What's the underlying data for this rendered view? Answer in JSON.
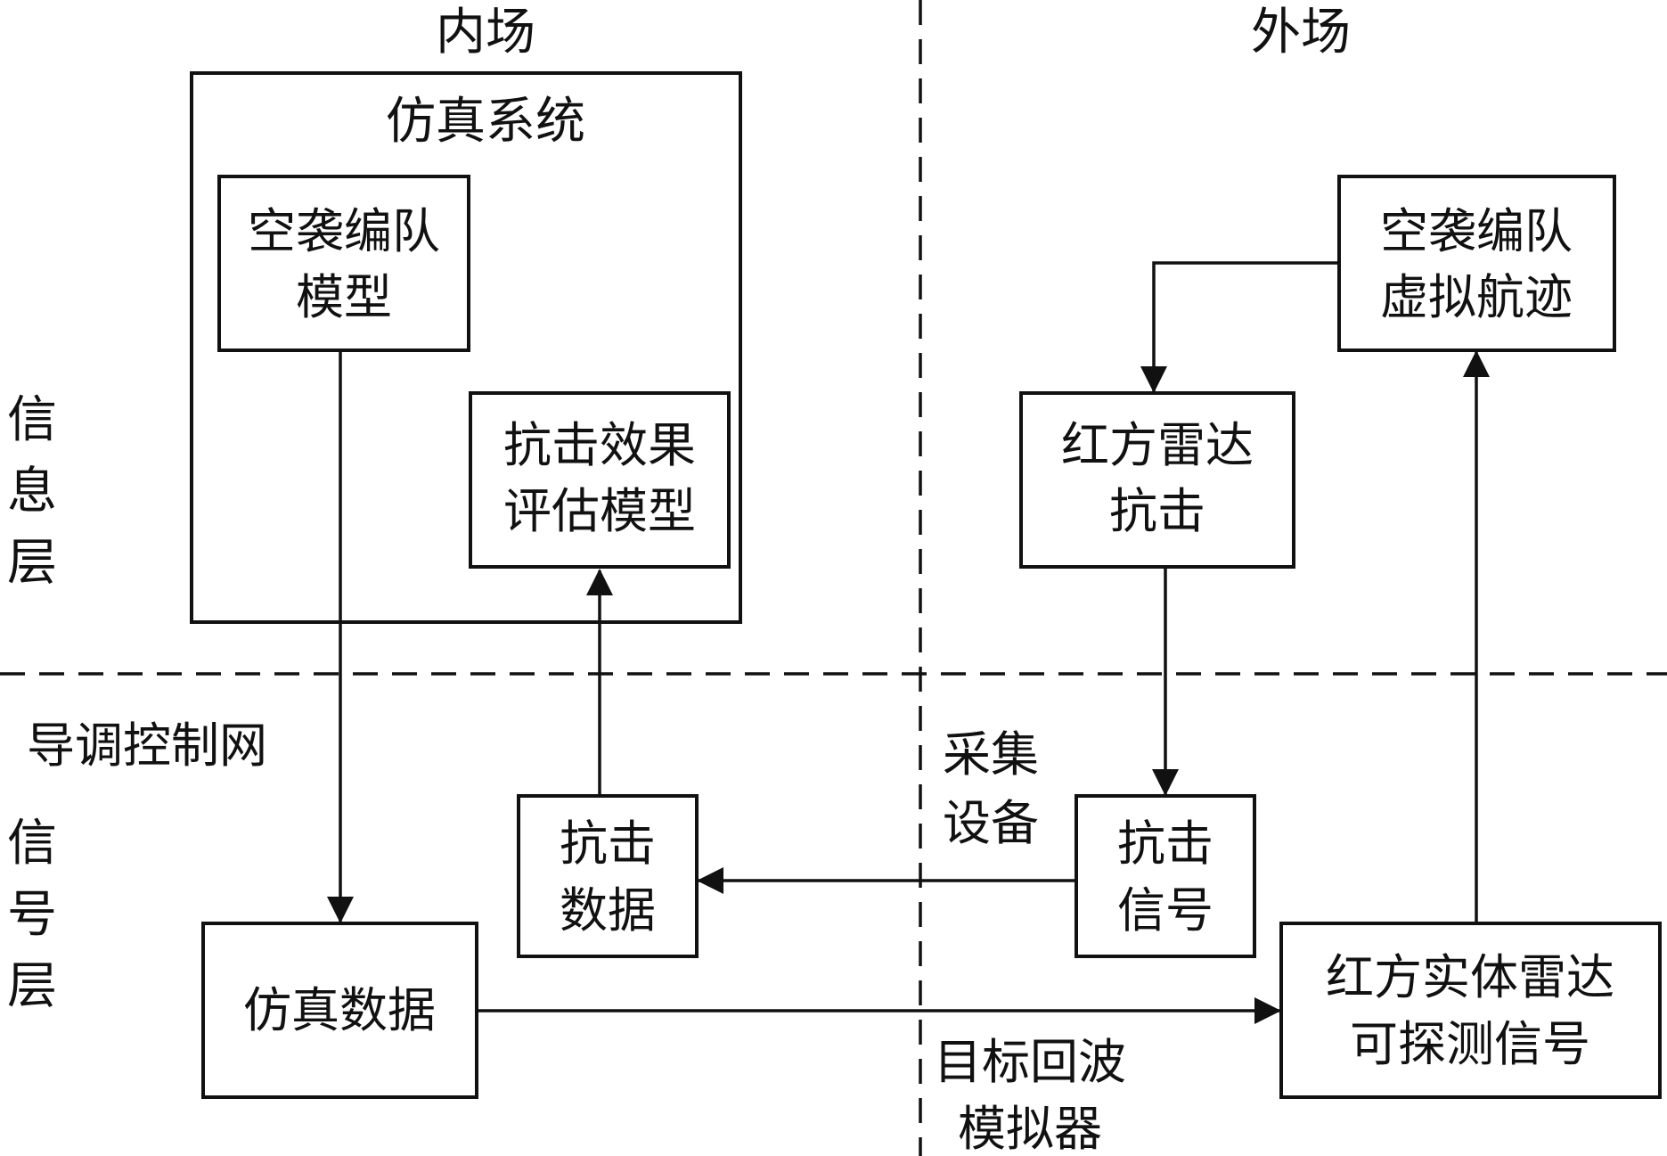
{
  "regions": {
    "inner": "内场",
    "outer": "外场"
  },
  "layers": {
    "info": [
      "信",
      "息",
      "层"
    ],
    "signal": [
      "信",
      "号",
      "层"
    ],
    "network": "导调控制网"
  },
  "boxes": {
    "sim_system": "仿真系统",
    "raid_model": [
      "空袭编队",
      "模型"
    ],
    "eval_model": [
      "抗击效果",
      "评估模型"
    ],
    "virtual_track": [
      "空袭编队",
      "虚拟航迹"
    ],
    "radar_strike": [
      "红方雷达",
      "抗击"
    ],
    "strike_data": [
      "抗击",
      "数据"
    ],
    "strike_signal": [
      "抗击",
      "信号"
    ],
    "sim_data": "仿真数据",
    "detect_signal": [
      "红方实体雷达",
      "可探测信号"
    ]
  },
  "annotations": {
    "acquisition": [
      "采集",
      "设备"
    ],
    "echo_sim": [
      "目标回波",
      "模拟器"
    ]
  }
}
